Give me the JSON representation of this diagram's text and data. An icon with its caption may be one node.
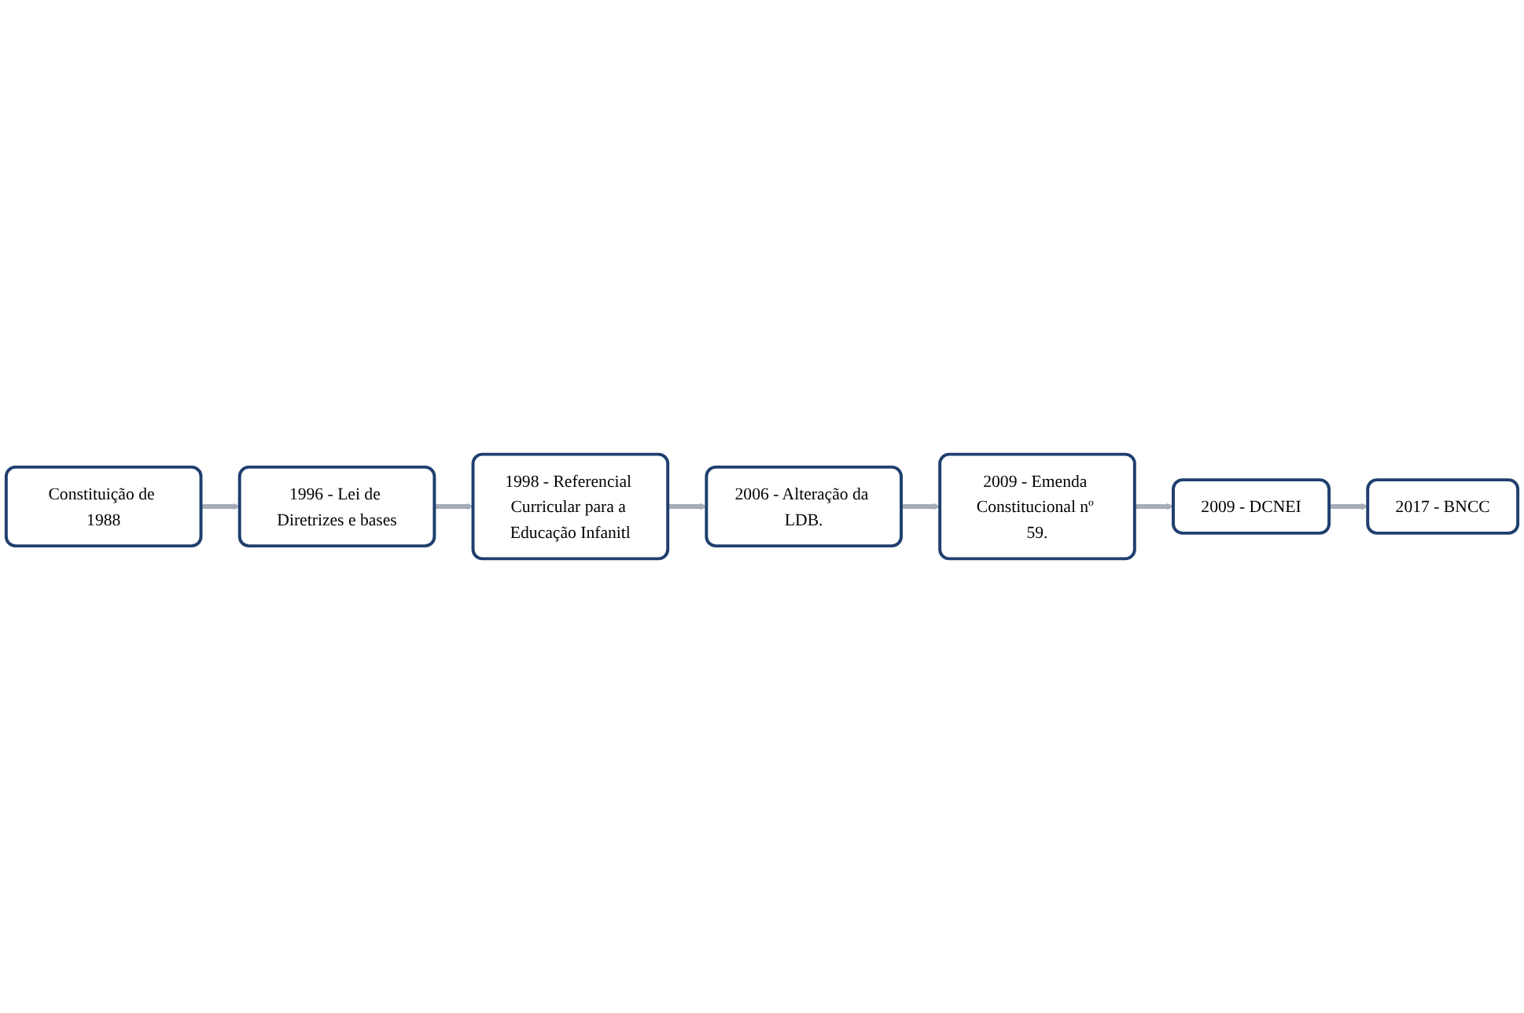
{
  "diagram": {
    "nodes": [
      {
        "text": [
          "Constituição de 1988"
        ]
      },
      {
        "text": [
          "1996 - Lei de Diretrizes e bases"
        ]
      },
      {
        "text": [
          "1998 - Referencial Curricular para a Educação Infanitl"
        ]
      },
      {
        "text": [
          "2006 - Alteração da LDB."
        ]
      },
      {
        "text": [
          "2009 - Emenda Constitucional nº 59."
        ]
      },
      {
        "text": [
          "2009 - DCNEI"
        ]
      },
      {
        "text": [
          "2017 - BNCC"
        ]
      }
    ],
    "edges": [
      {
        "from": 0,
        "to": 1,
        "arrow": "to"
      },
      {
        "from": 1,
        "to": 2,
        "arrow": "to"
      },
      {
        "from": 2,
        "to": 3,
        "arrow": "to"
      },
      {
        "from": 3,
        "to": 4,
        "arrow": "to"
      },
      {
        "from": 4,
        "to": 5,
        "arrow": "to"
      },
      {
        "from": 5,
        "to": 6,
        "arrow": "to"
      }
    ]
  }
}
